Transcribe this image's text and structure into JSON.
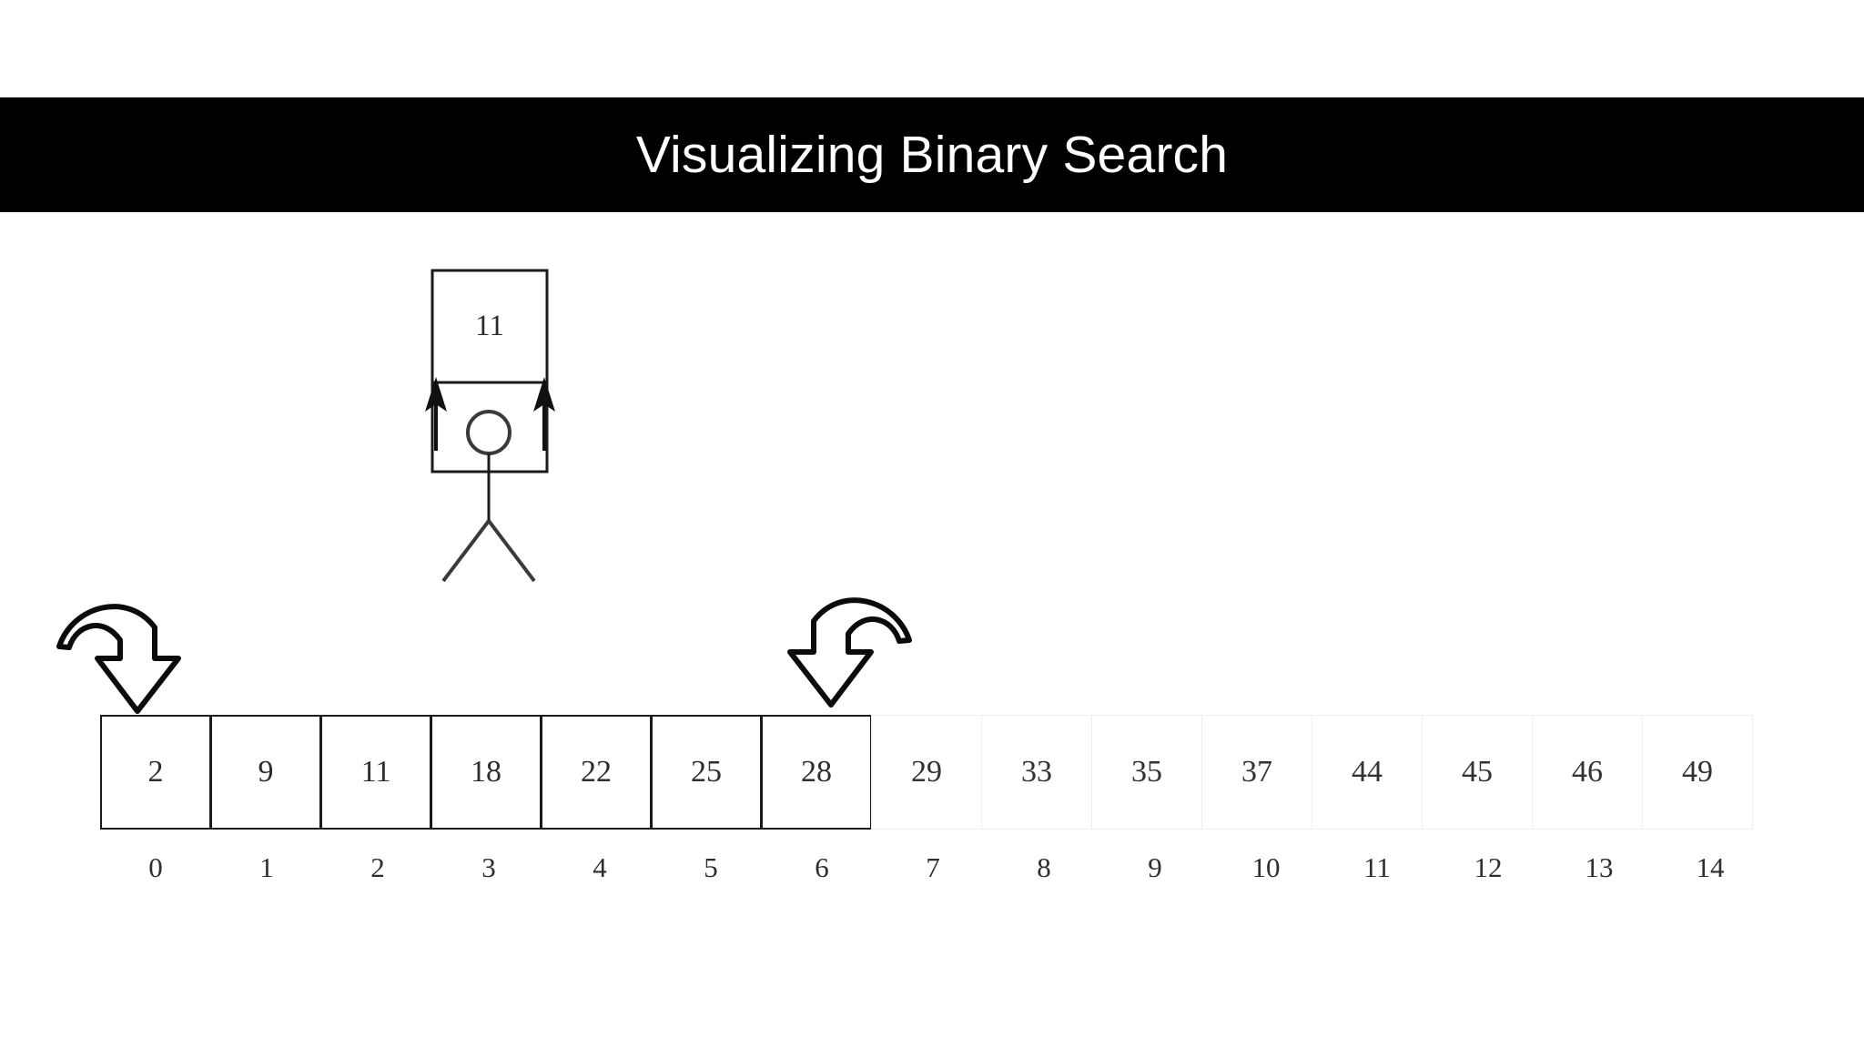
{
  "title": {
    "text": "Visualizing Binary Search"
  },
  "actor": {
    "query_label": "11",
    "icons": {
      "query_box": "value-box-icon",
      "head": "stick-figure-head-icon",
      "up_arrow_left": "arrow-up-icon",
      "up_arrow_right": "arrow-up-icon"
    }
  },
  "pointers": [
    {
      "name": "low-pointer",
      "icon": "curved-arrow-down-icon",
      "target_index": 0,
      "direction": "left-to-right"
    },
    {
      "name": "high-pointer",
      "icon": "curved-arrow-down-icon",
      "target_index": 6,
      "direction": "right-to-left"
    }
  ],
  "array": {
    "values": [
      "2",
      "9",
      "11",
      "18",
      "22",
      "25",
      "28",
      "29",
      "33",
      "35",
      "37",
      "44",
      "45",
      "46",
      "49"
    ],
    "indices": [
      "0",
      "1",
      "2",
      "3",
      "4",
      "5",
      "6",
      "7",
      "8",
      "9",
      "10",
      "11",
      "12",
      "13",
      "14"
    ],
    "active_range": {
      "low": 0,
      "high": 6
    }
  },
  "colors": {
    "banner_bg": "#000000",
    "banner_text": "#ffffff",
    "active_border": "#1b1b1b",
    "inactive_border": "#eeeeee",
    "text": "#2e2e2e",
    "page_bg": "#ffffff"
  }
}
